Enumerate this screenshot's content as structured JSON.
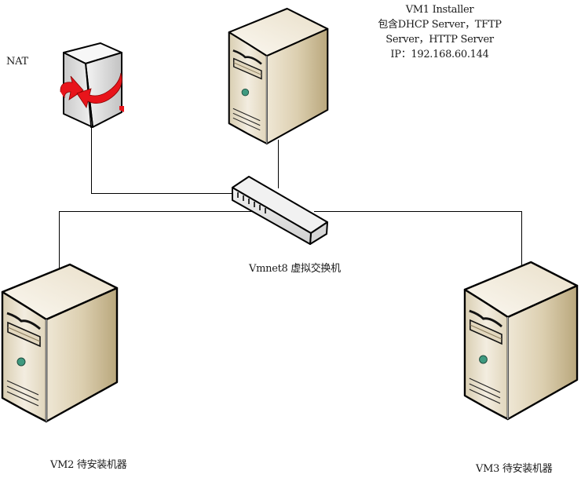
{
  "diagram": {
    "nodes": {
      "nat": {
        "label": "NAT",
        "icon": "nat-router-icon"
      },
      "vm1": {
        "label_lines": [
          "VM1 Installer",
          "包含DHCP Server，TFTP",
          "Server，HTTP Server",
          "IP：192.168.60.144"
        ],
        "icon": "server-tower-icon"
      },
      "switch": {
        "label": "Vmnet8 虚拟交换机",
        "icon": "network-switch-icon"
      },
      "vm2": {
        "label": "VM2 待安装机器",
        "icon": "server-tower-icon"
      },
      "vm3": {
        "label": "VM3 待安装机器",
        "icon": "server-tower-icon"
      }
    },
    "connections": [
      {
        "from": "nat",
        "to": "switch"
      },
      {
        "from": "vm1",
        "to": "switch"
      },
      {
        "from": "switch",
        "to": "vm2"
      },
      {
        "from": "switch",
        "to": "vm3"
      }
    ],
    "colors": {
      "line": "#000000",
      "server_body": "#e6dcc4",
      "server_side": "#cbbd98",
      "server_led": "#3f9a80",
      "nat_body": "#e2e2e2",
      "nat_arrow": "#e8141b",
      "switch_body": "#e4e4e4"
    }
  }
}
